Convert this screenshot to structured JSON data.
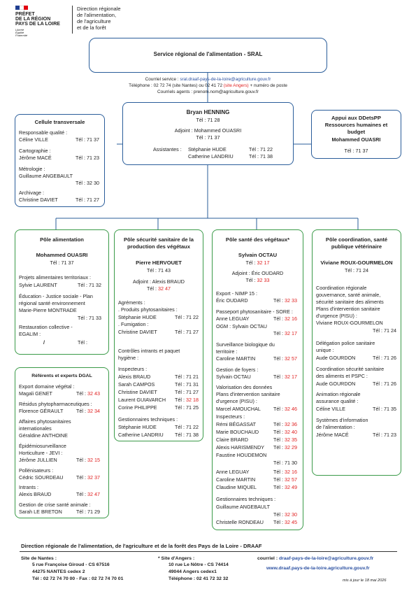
{
  "header": {
    "logo_lines": [
      "PRÉFET",
      "DE LA RÉGION",
      "PAYS DE LA LOIRE"
    ],
    "motto": [
      "Liberté",
      "Égalité",
      "Fraternité"
    ],
    "direction": [
      "Direction régionale",
      "de l'alimentation,",
      "de l'agriculture",
      "et de la forêt"
    ]
  },
  "sral": {
    "title": "Service régional de l'alimentation - SRAL",
    "courriel_label": "Courriel service : ",
    "courriel": "sral.draaf-pays-de-la-loire@agriculture.gouv.fr",
    "tel_line_a": "Téléphone : 02 72 74  (site Nantes) ou 02 41 72 ",
    "tel_line_b": "(site Angers)",
    "tel_line_c": " + numéro de poste",
    "agents": "Courriels agents : prenom.nom@agriculture.gouv.fr"
  },
  "chef": {
    "name": "Bryan HENNING",
    "tel": "Tél : 71 28",
    "adjoint": "Adjoint : Mohammed OUASRI",
    "adjoint_tel": "Tél : 71 37",
    "assistantes_label": "Assistantes : ",
    "assistante1": "Stéphanie HUDE",
    "assistante1_tel": "Tél : 71 22",
    "assistante2": "Catherine LANDRIU",
    "assistante2_tel": "Tél : 71 38"
  },
  "cellule": {
    "title": "Cellule transversale",
    "items": [
      {
        "role": "Responsable qualité :",
        "name": "Céline VILLE",
        "tel": "Tél : 71 37"
      },
      {
        "role": "Cartographie :",
        "name": "Jérôme MACÉ",
        "tel": "Tél : 71 23"
      },
      {
        "role": "Métrologie :",
        "name": "Guillaume ANGEBAULT",
        "tel": "Tél : 32 30"
      },
      {
        "role": "Archivage :",
        "name": "Christine DAVIET",
        "tel": "Tél : 71 27"
      }
    ]
  },
  "appui": {
    "title": [
      "Appui aux DDetsPP",
      "Ressources humaines et",
      "budget"
    ],
    "name": "Mohammed OUASRI",
    "tel": "Tél : 71 37"
  },
  "pole_alim": {
    "title": "Pôle alimentation",
    "chef": "Mohammed OUASRI",
    "tel": "Tél : 71 37",
    "l1": "Projets alimentaires territoriaux :",
    "l1_name": "Sylvie LAURENT",
    "l1_tel": "Tél : 71 32",
    "l2": "Éducation - Justice sociale - Plan",
    "l2b": "régional santé environnement",
    "l2_name": "Marie-Pierre MONTRADE",
    "l2_tel": "Tél : 71 33",
    "l3": "Restauration collective -",
    "l3b": "EGALIM :",
    "l3_name": "/",
    "l3_tel": "Tél :"
  },
  "referents": {
    "title": "Référents et experts DGAL",
    "items": [
      {
        "role": [
          "Export domaine végétal :"
        ],
        "name": "Magali GENET",
        "tel": "Tél : ",
        "post": "32 43"
      },
      {
        "role": [
          "Résidus phytopharmaceutiques :"
        ],
        "name": "Florence GÉRAULT",
        "tel": "Tél : ",
        "post": "32 34"
      },
      {
        "role": [
          "Affaires phytosanitaires",
          "internationales"
        ],
        "name": "Géraldine ANTHOINE",
        "tel": "",
        "post": ""
      },
      {
        "role": [
          "Épidémiosurveillance",
          "Horticulture - JEVI :"
        ],
        "name": "Jérôme JULLIEN",
        "tel": "Tél : ",
        "post": "32 15"
      },
      {
        "role": [
          "Pollénisateurs :"
        ],
        "name": "Cédric SOURDEAU",
        "tel": "Tél : ",
        "post": "32 37"
      },
      {
        "role": [
          "Intrants :"
        ],
        "name": "Alexis BRAUD",
        "tel": "Tél : ",
        "post": "32 47"
      },
      {
        "role": [
          "Gestion de crise santé animale :"
        ],
        "name": "Sarah LE BRETON",
        "tel": "Tél : 71 29",
        "post": ""
      }
    ]
  },
  "pole_sspv": {
    "title": [
      "Pôle sécurité sanitaire de la",
      "production des végétaux"
    ],
    "chef": "Pierre HERVOUET",
    "tel": "Tél : 71 43",
    "adjoint": "Adjoint : Alexis BRAUD",
    "adjoint_tel": "Tél : ",
    "adjoint_post": "32 47",
    "agrements": "Agréments :",
    "produits": ". Produits phytosanitaires :",
    "p_name": "Stéphanie HUDE",
    "p_tel": "Tél : 71 22",
    "fumigation": ". Fumigation :",
    "f_name": "Christine DAVIET",
    "f_tel": "Tél : 71 27",
    "controles": [
      "Contrôles intrants et paquet",
      "hygiène :"
    ],
    "inspecteurs_label": "Inspecteurs :",
    "inspecteurs": [
      {
        "name": "Alexis BRAUD",
        "tel": "Tél : 71 21",
        "red": false
      },
      {
        "name": "Sarah CAMPOS",
        "tel": "Tél : 71 31",
        "red": false
      },
      {
        "name": "Christine DAVIET",
        "tel": "Tél : 71 27",
        "red": false
      },
      {
        "name": "Laurent GUIAVARCH",
        "tel": "Tél : ",
        "post": "32 18",
        "red": true
      },
      {
        "name": "Corine PHILIPPE",
        "tel": "Tél : 71 25",
        "red": false
      }
    ],
    "gestion_label": "Gestionnaires techniques :",
    "gestion": [
      {
        "name": "Stéphanie HUDE",
        "tel": "Tél : 71 22"
      },
      {
        "name": "Catherine LANDRIU",
        "tel": "Tél : 71 38"
      }
    ]
  },
  "pole_sv": {
    "title": "Pôle santé des végétaux*",
    "chef": "Sylvain OCTAU",
    "tel": "Tél : ",
    "tel_post": "32 17",
    "adjoint": "Adjoint : Éric OUDARD",
    "adjoint_tel": "Tél : ",
    "adjoint_post": "32 33",
    "lines": [
      {
        "t": "Export - NIMP 15 :",
        "n": "",
        "tel": "",
        "p": ""
      },
      {
        "t": "",
        "n": "Éric OUDARD",
        "tel": "Tél : ",
        "p": "32 33"
      },
      {
        "t": "Passeport phytosanitaire - SORE :",
        "n": "",
        "tel": "",
        "p": ""
      },
      {
        "t": "",
        "n": "Anne LEGUAY",
        "tel": "Tél : ",
        "p": "32 16"
      },
      {
        "t": "",
        "n": "OGM : Sylvain OCTAU",
        "tel": "",
        "p": ""
      },
      {
        "t": "",
        "n": "",
        "tel": "Tél : ",
        "p": "32 17"
      },
      {
        "t": "Surveillance biologique du",
        "n": "",
        "tel": "",
        "p": ""
      },
      {
        "t": "territoire :",
        "n": "",
        "tel": "",
        "p": ""
      },
      {
        "t": "",
        "n": "Caroline MARTIN",
        "tel": "Tél : ",
        "p": "32 57"
      }
    ],
    "foyers": "Gestion de foyers :",
    "foyers_name": "Sylvain OCTAU",
    "foyers_tel": "Tél : ",
    "foyers_post": "32 17",
    "valor": [
      "Valorisation des données",
      "Plans  d'intervention sanitaire",
      "d'urgence (PISU) :"
    ],
    "valor_name": "Marcel AMOUCHAL",
    "valor_tel": "Tél : ",
    "valor_post": "32 46",
    "insp_label": "Inspecteurs :",
    "insp": [
      {
        "name": "Rémi BÉGASSAT",
        "tel": "Tél : ",
        "post": "32 36"
      },
      {
        "name": "Marie BOUCHAUD",
        "tel": "Tél : ",
        "post": "32 40"
      },
      {
        "name": "Claire BRARD",
        "tel": "Tél : ",
        "post": "32 35"
      },
      {
        "name": "Alexis HARISMENDY",
        "tel": "Tél : ",
        "post": "32 29"
      },
      {
        "name": "Faustine HOUDEMON",
        "tel": "",
        "post": ""
      },
      {
        "name": "",
        "tel": "Tél : 71 30",
        "post": ""
      },
      {
        "name": "Anne LEGUAY",
        "tel": "Tél : ",
        "post": "32 16"
      },
      {
        "name": "Caroline MARTIN",
        "tel": "Tél : ",
        "post": "32 57"
      },
      {
        "name": "Claudine MIQUEL",
        "tel": "Tél : ",
        "post": "32 49"
      }
    ],
    "gest_label": "Gestionnaires techniques :",
    "gest1": "Guillaume ANGEBAULT",
    "gest1_tel": "Tél : ",
    "gest1_post": "32 30",
    "gest2": "Christelle RONDEAU",
    "gest2_tel": "Tél : ",
    "gest2_post": "32 45"
  },
  "pole_coord": {
    "title": [
      "Pôle coordination, santé",
      "publique vétérinaire"
    ],
    "chef": "Viviane ROUX-GOURMELON",
    "tel": "Tél : 71 24",
    "c1": [
      "Coordination régionale",
      "gouvernance, santé animale,",
      "sécurité sanitaire des aliments",
      "Plans  d'intervention sanitaire",
      "d'urgence (PISU) :"
    ],
    "c1_name": "Viviane ROUX-GOURMELON",
    "c1_tel": "Tél : 71 24",
    "c2": [
      "Délégation police sanitaire",
      "unique :"
    ],
    "c2_name": "Aude GOURDON",
    "c2_tel": "Tél : 71 26",
    "c3": [
      "Coordination sécurité sanitaire",
      "des aliments et PSPC :"
    ],
    "c3_name": "Aude GOURDON",
    "c3_tel": "Tél : 71 26",
    "c4": [
      "Animation régionale",
      "assurance qualité :"
    ],
    "c4_name": "Céline VILLE",
    "c4_tel": "Tél : 71 35",
    "c5": [
      "Systèmes d'information",
      "de l'alimentation :"
    ],
    "c5_name": "Jérôme MACÉ",
    "c5_tel": "Tél : 71 23"
  },
  "footer": {
    "title": "Direction régionale de l'alimentation, de l'agriculture et de la forêt des Pays de la Loire - DRAAF",
    "nantes_label": "Site de Nantes :",
    "nantes": [
      "5 rue Françoise Giroud  -  CS 67516",
      "44275 NANTES cedex 2",
      "Tél : 02 72 74 70 00   -   Fax : 02 72 74 70 01"
    ],
    "angers_label": "* Site d'Angers :",
    "angers": [
      "10 rue Le Nôtre  -  CS 74414",
      "49044 Angers cedex1",
      "Téléphone : 02 41 72 32 32"
    ],
    "courriel_label": "courriel : ",
    "courriel": "draaf-pays-de-la-loire@agriculture.gouv.fr",
    "web": "www.draaf.pays-de-la-loire.agriculture.gouv.fr",
    "update": "mis à jour le 18 mai 2026"
  },
  "colors": {
    "blue": "#2a5d9a",
    "green": "#3a9a48",
    "red": "#e02020",
    "link": "#2a4fa0"
  }
}
